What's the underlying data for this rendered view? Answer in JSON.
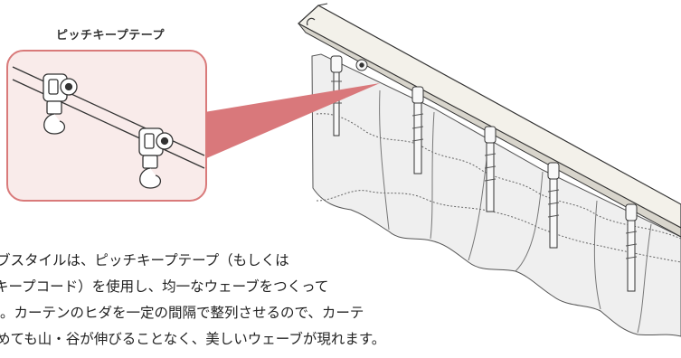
{
  "callout": {
    "label": "ピッチキープテープ"
  },
  "description": {
    "lines": [
      "ブスタイルは、ピッチキープテープ（もしくは",
      "キープコード）を使用し、均一なウェーブをつくって",
      "。カーテンのヒダを一定の間隔で整列させるので、カーテ",
      "めても山・谷が伸びることなく、美しいウェーブが現れます。"
    ]
  },
  "colors": {
    "callout_bg": "#f9ebea",
    "callout_border": "#d97a7a",
    "callout_beam": "#d9787b",
    "curtain_fill": "#efefef",
    "rail_fill": "#f3f1ea"
  }
}
